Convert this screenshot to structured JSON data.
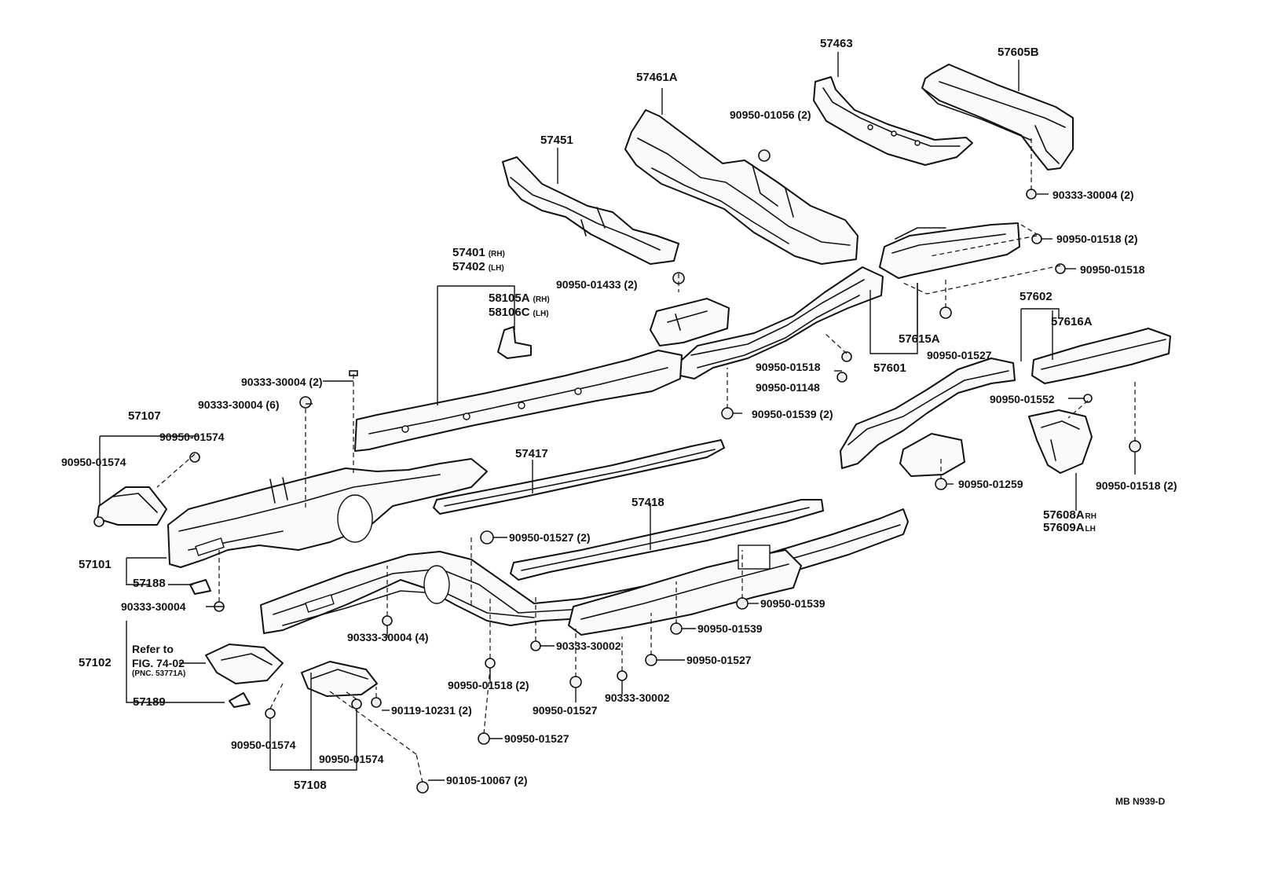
{
  "labels": {
    "p57463": "57463",
    "p57605b": "57605B",
    "p57461a": "57461A",
    "f0905001056_2": "90950-01056 (2)",
    "p57451": "57451",
    "f9033330004_2_top": "90333-30004 (2)",
    "f0905001518_2_top": "90950-01518 (2)",
    "f0905001518_top": "90950-01518",
    "p57401": "57401",
    "p57401_sfx": "(RH)",
    "p57402": "57402",
    "p57402_sfx": "(LH)",
    "f0905001433_2": "90950-01433 (2)",
    "p58105a": "58105A",
    "p58105a_sfx": "(RH)",
    "p58106c": "58106C",
    "p58106c_sfx": "(LH)",
    "p57602": "57602",
    "p57616a": "57616A",
    "p57615a": "57615A",
    "f0905001527_mid": "90950-01527",
    "f0905001518_mid": "90950-01518",
    "p57601": "57601",
    "f0905001148": "90950-01148",
    "f0905001539_2": "90950-01539 (2)",
    "f0905001552": "90950-01552",
    "f9033330004_2_left": "90333-30004 (2)",
    "f9033330004_6": "90333-30004 (6)",
    "p57107": "57107",
    "f0905001574_a": "90950-01574",
    "f0905001574_b": "90950-01574",
    "p57417": "57417",
    "f0905001259": "90950-01259",
    "f0905001518_2_right": "90950-01518 (2)",
    "p57608a": "57608A",
    "p57608a_sfx": "RH",
    "p57609a": "57609A",
    "p57609a_sfx": "LH",
    "p57418": "57418",
    "f0905001527_2": "90950-01527 (2)",
    "p57101": "57101",
    "p57188": "57188",
    "f9033330004_lower": "90333-30004",
    "f0905001539_a": "90950-01539",
    "f0905001539_b": "90950-01539",
    "f9033330004_4": "90333-30004 (4)",
    "f9033330002_a": "90333-30002",
    "f0905001527_b": "90950-01527",
    "refer_to": "Refer to",
    "p57102": "57102",
    "fig_ref": "FIG. 74-02",
    "pnc_ref": "(PNC. 53771A)",
    "f0905001518_2_low": "90950-01518 (2)",
    "f0905001527_c": "90950-01527",
    "f9033330002_b": "90333-30002",
    "p57189": "57189",
    "f9011910231_2": "90119-10231 (2)",
    "f0905001527_d": "90950-01527",
    "f0905001574_c": "90950-01574",
    "f0905001574_d": "90950-01574",
    "p57108": "57108",
    "f9010510067_2": "90105-10067 (2)",
    "drawing_code": "MB N939-D"
  }
}
